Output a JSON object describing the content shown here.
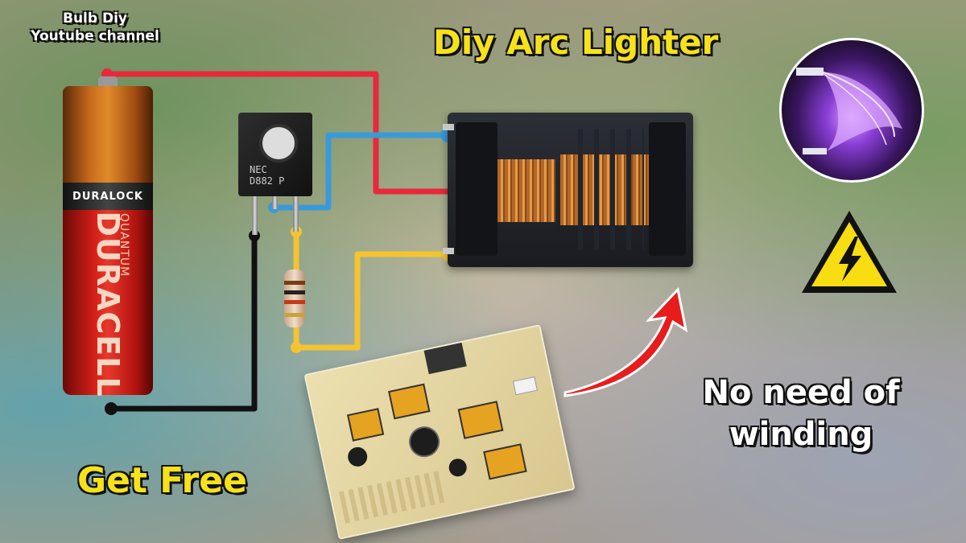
{
  "header": {
    "channel_line1": "Bulb Diy",
    "channel_line2": "Youtube channel",
    "title": "Diy Arc Lighter"
  },
  "battery": {
    "band_label": "DURALOCK",
    "brand": "DURACELL",
    "sub_brand": "QUANTUM"
  },
  "transistor": {
    "line1": "NEC",
    "line2": "D882  P"
  },
  "captions": {
    "get_free": "Get Free",
    "no_need_line1": "No need of",
    "no_need_line2": "winding"
  },
  "colors": {
    "title_yellow": "#f5e21b",
    "wire_red": "#e8283b",
    "wire_blue": "#3a9ad9",
    "wire_yellow": "#f4c430",
    "wire_black": "#111111",
    "arrow_red": "#e81c1c"
  },
  "icons": [
    "high-voltage-warning-icon",
    "arc-photo",
    "curved-arrow-icon"
  ]
}
